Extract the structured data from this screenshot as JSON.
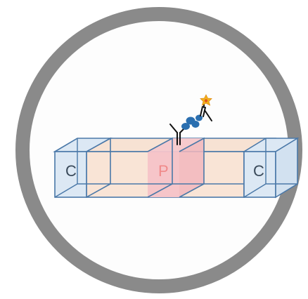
{
  "labels": {
    "left_control": "C",
    "center_peptide": "P",
    "right_control": "C"
  },
  "colors": {
    "ring": "#8a8a8a",
    "background": "#fdfdfd",
    "control_fill": "#dce8f4",
    "control_stroke": "#4a78a8",
    "middle_fill": "#f8e4d6",
    "peptide_fill": "#f6c6cb",
    "peptide_text": "#f08a8a",
    "label_text": "#3a4a5a",
    "antibody_stroke": "#111111",
    "antigen_blue": "#2a6fb0",
    "label_star": "#f2b21c"
  },
  "icons": {
    "primary_antibody": "y-shaped-antibody-icon",
    "bound_antigen": "blue-antigen-cluster-icon",
    "secondary_antibody": "labeled-secondary-antibody-icon",
    "reporter": "star-reporter-icon"
  }
}
